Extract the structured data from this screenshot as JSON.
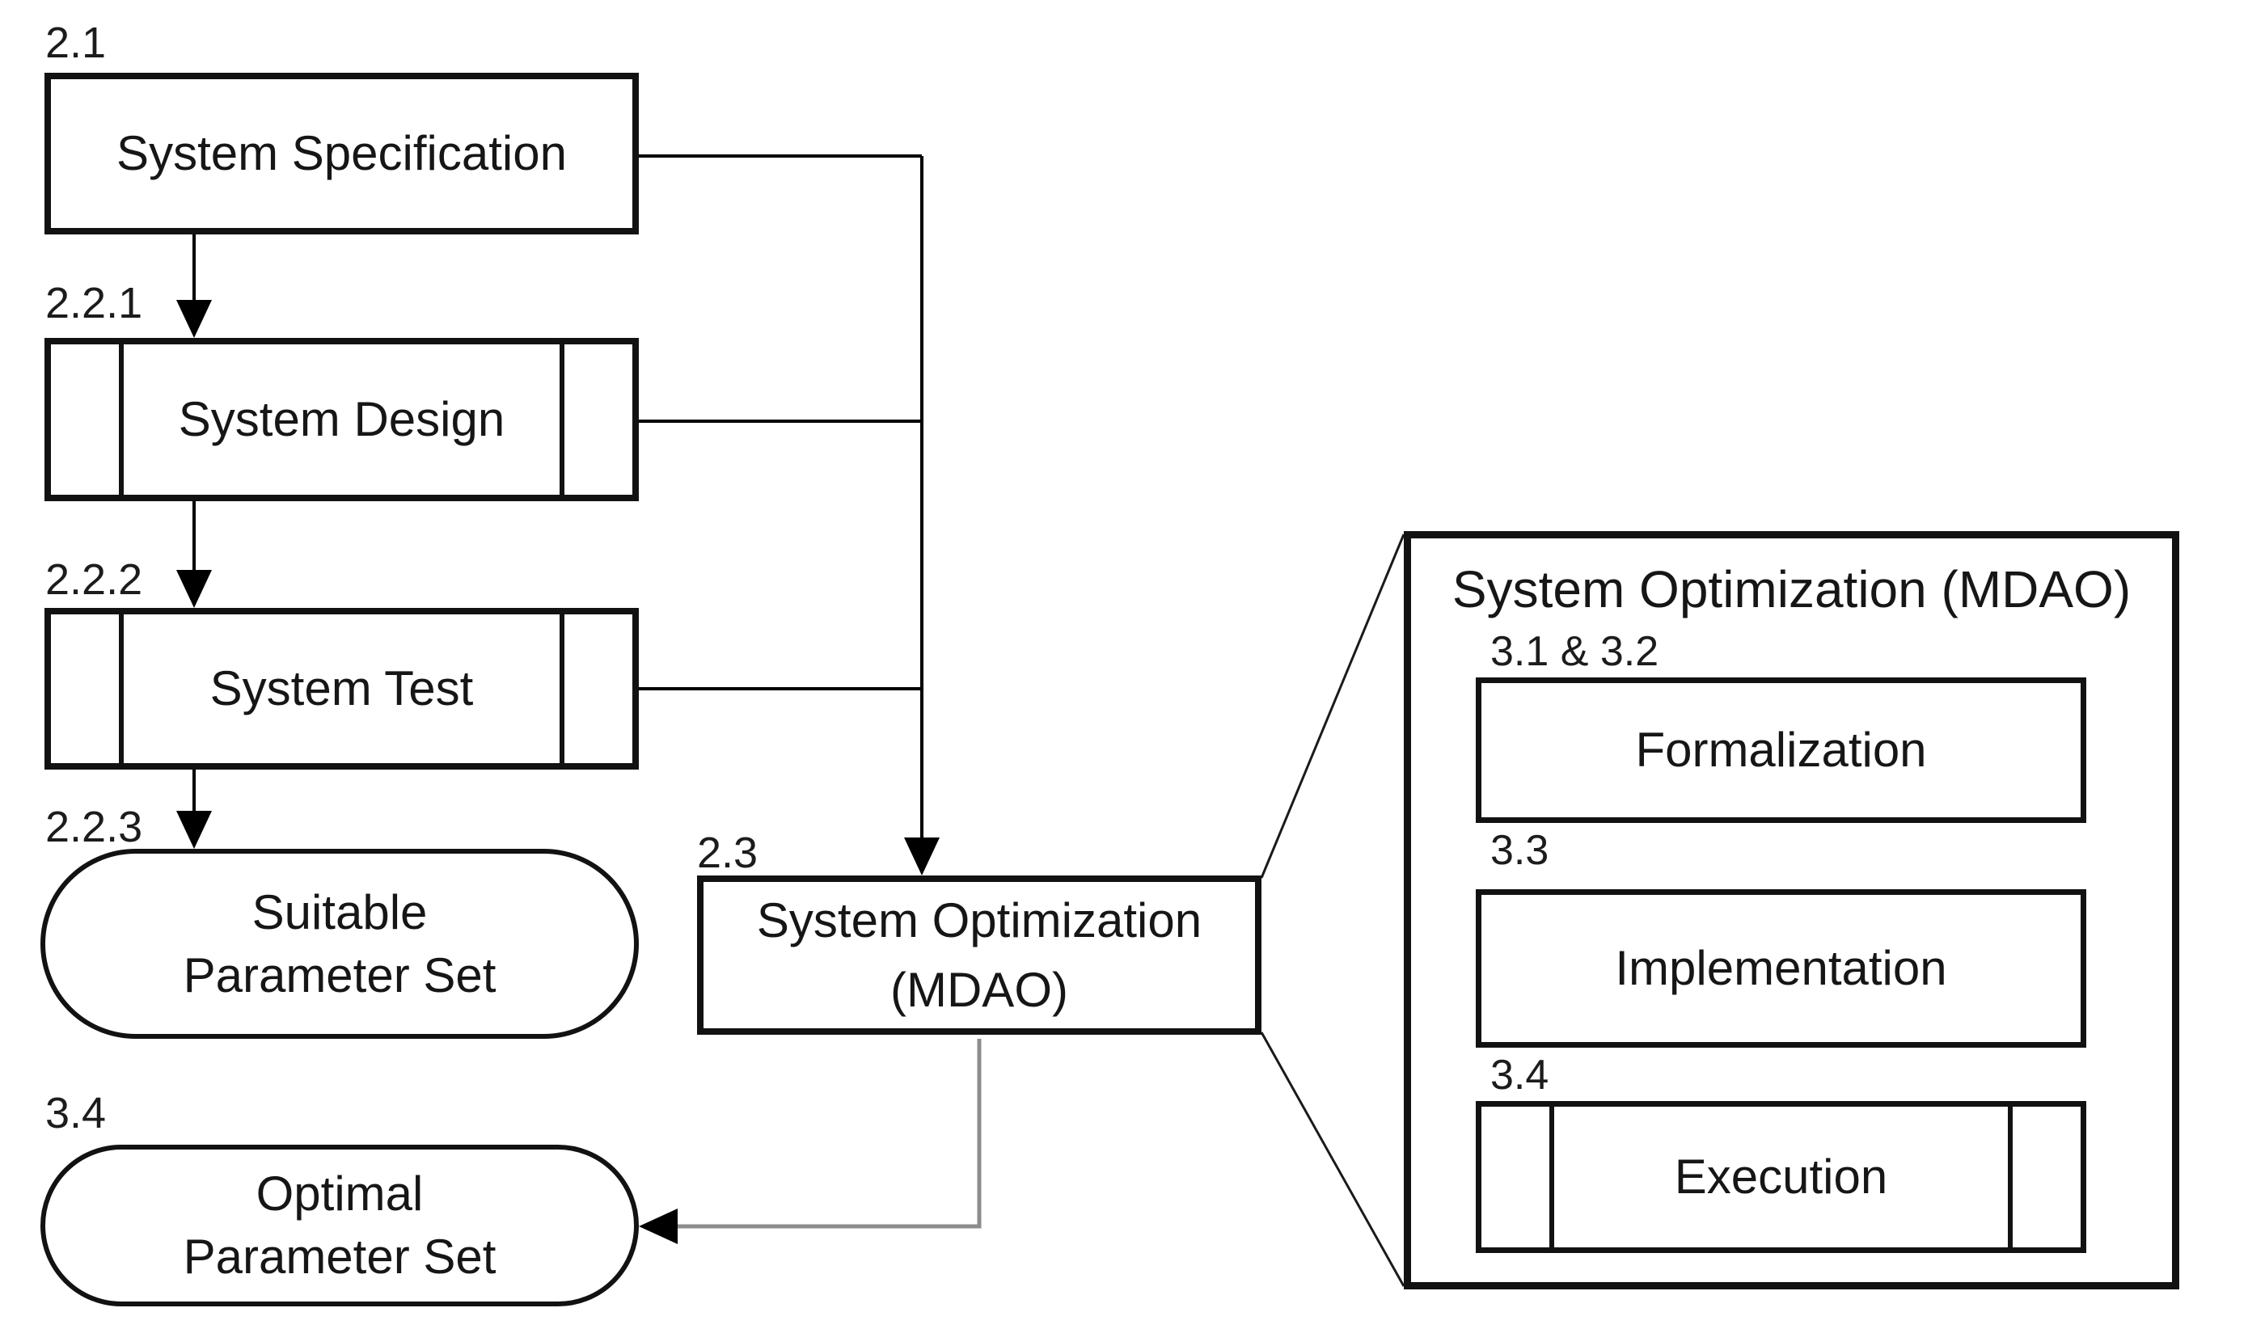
{
  "diagram": {
    "description": "System design and optimization process flowchart",
    "colors": {
      "background": "#ffffff",
      "shape_stroke": "#121212",
      "text": "#161616",
      "connector": "#000000",
      "return_connector": "#8c8c8c"
    },
    "left_column": {
      "spec": {
        "id": "2.1",
        "label": "System Specification"
      },
      "design": {
        "id": "2.2.1",
        "label": "System Design"
      },
      "test": {
        "id": "2.2.2",
        "label": "System Test"
      },
      "suitable": {
        "id": "2.2.3",
        "line1": "Suitable",
        "line2": "Parameter Set"
      },
      "optimal": {
        "id": "3.4",
        "line1": "Optimal",
        "line2": "Parameter Set"
      }
    },
    "center": {
      "optimization": {
        "id": "2.3",
        "line1": "System Optimization",
        "line2": "(MDAO)"
      }
    },
    "detail_panel": {
      "title": "System Optimization (MDAO)",
      "formalization": {
        "id": "3.1 & 3.2",
        "label": "Formalization"
      },
      "implementation": {
        "id": "3.3",
        "label": "Implementation"
      },
      "execution": {
        "id": "3.4",
        "label": "Execution"
      }
    }
  }
}
